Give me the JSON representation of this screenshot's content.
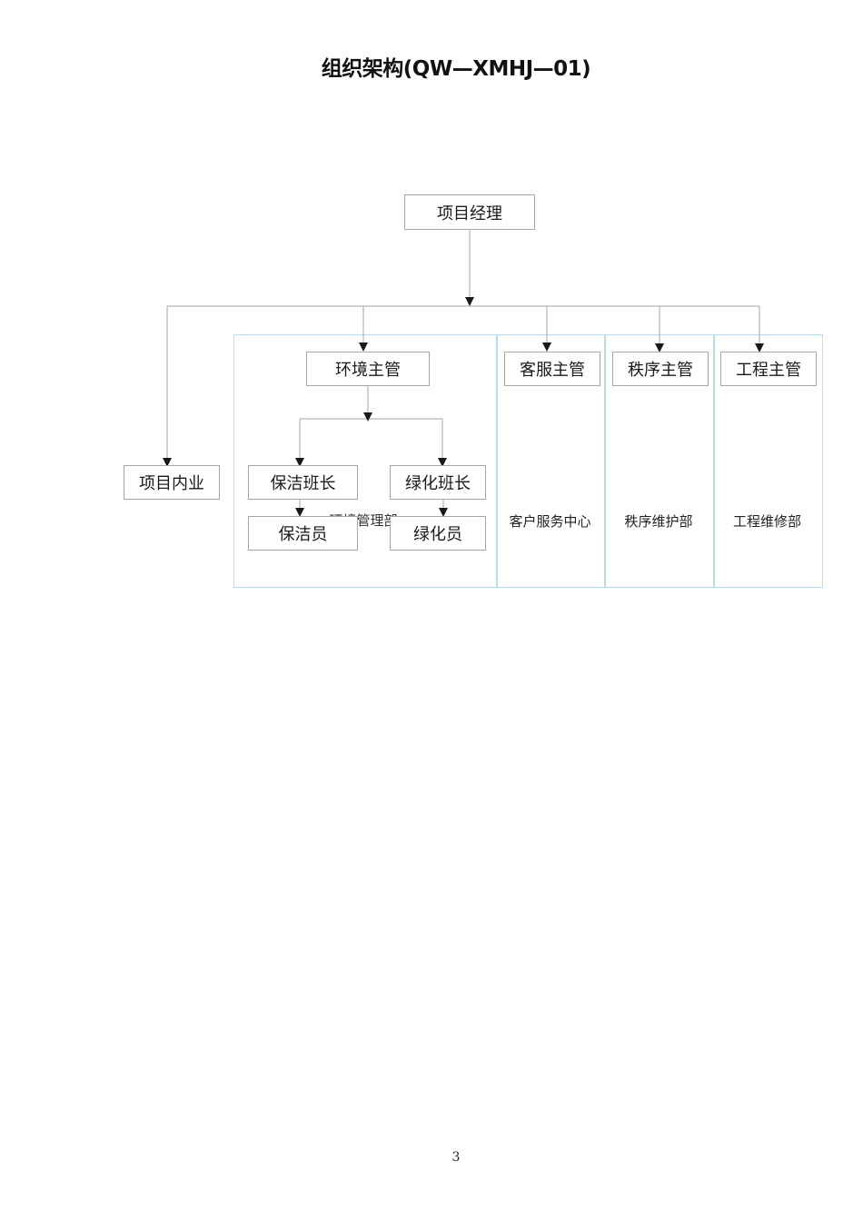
{
  "title": "组织架构(QW—XMHJ—01)",
  "nodes": {
    "manager": "项目经理",
    "internal": "项目内业",
    "env_supervisor": "环境主管",
    "cs_supervisor": "客服主管",
    "order_supervisor": "秩序主管",
    "eng_supervisor": "工程主管",
    "cleaning_lead": "保洁班长",
    "greening_lead": "绿化班长",
    "cleaner": "保洁员",
    "gardener": "绿化员"
  },
  "departments": {
    "env": "环境管理部",
    "cs": "客户服务中心",
    "order": "秩序维护部",
    "eng": "工程维修部"
  },
  "page_number": "3",
  "colors": {
    "dept_border": "#b9dcec",
    "node_border": "#a6a6a6",
    "connector": "#a6a6a6",
    "arrow": "#1a1a1a"
  }
}
